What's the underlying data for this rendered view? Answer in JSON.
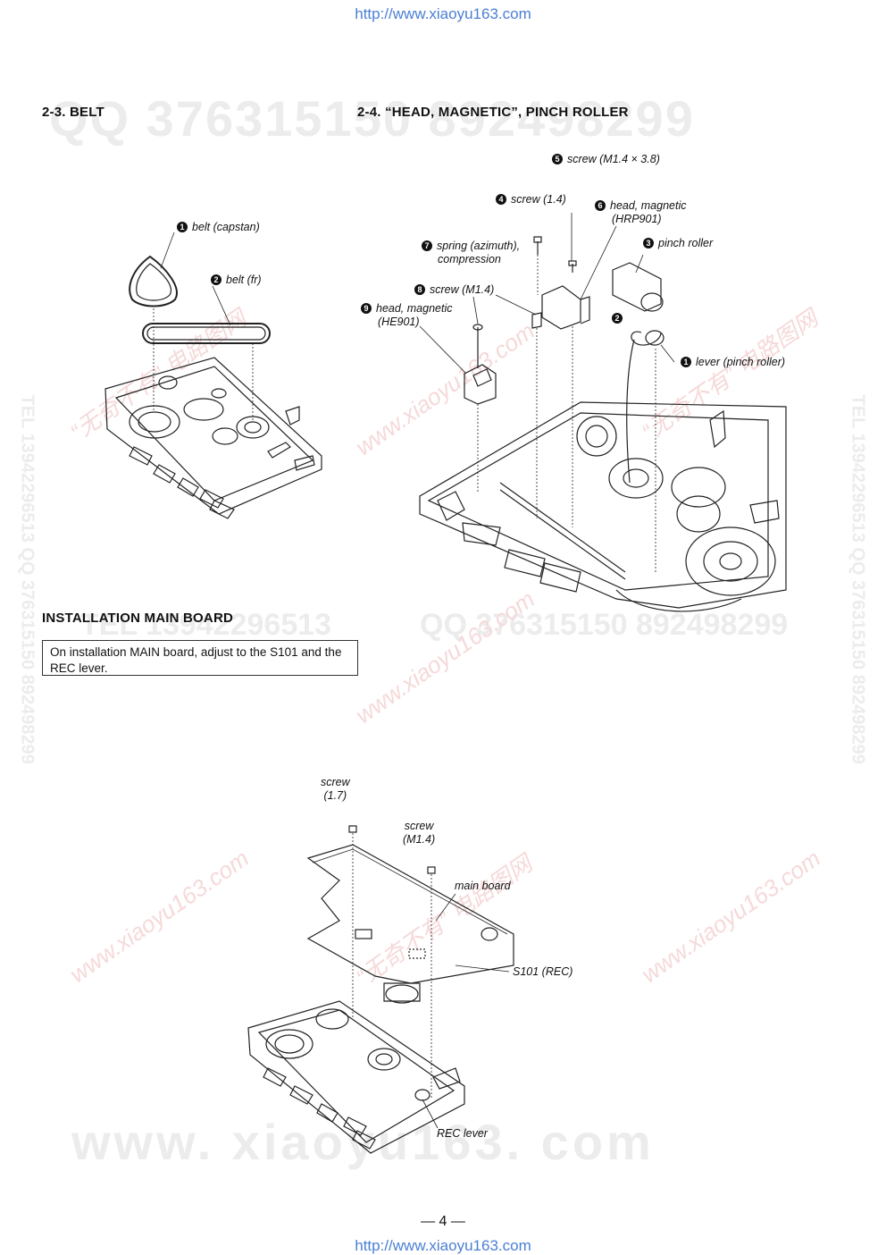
{
  "header_url": "http://www.xiaoyu163.com",
  "footer_url": "http://www.xiaoyu163.com",
  "page_number": "— 4 —",
  "section_belt": {
    "title": "2-3. BELT",
    "labels": [
      {
        "num": "1",
        "text": "belt (capstan)"
      },
      {
        "num": "2",
        "text": "belt (fr)"
      }
    ]
  },
  "section_head": {
    "title": "2-4. “HEAD, MAGNETIC”, PINCH ROLLER",
    "labels": [
      {
        "num": "5",
        "text": "screw (M1.4 × 3.8)"
      },
      {
        "num": "4",
        "text": "screw (1.4)"
      },
      {
        "num": "6",
        "text": "head, magnetic",
        "text2": "(HRP901)"
      },
      {
        "num": "7",
        "text": "spring (azimuth),",
        "text2": "compression"
      },
      {
        "num": "3",
        "text": "pinch roller"
      },
      {
        "num": "8",
        "text": "screw (M1.4)"
      },
      {
        "num": "9",
        "text": "head, magnetic",
        "text2": "(HE901)"
      },
      {
        "num": "2",
        "text": ""
      },
      {
        "num": "1",
        "text": "lever (pinch roller)"
      }
    ]
  },
  "section_install": {
    "title": "INSTALLATION MAIN BOARD",
    "note": "On installation MAIN board, adjust to the S101 and the REC lever.",
    "labels": {
      "screw_17_a": "screw",
      "screw_17_b": "(1.7)",
      "screw_m14_a": "screw",
      "screw_m14_b": "(M1.4)",
      "main_board": "main board",
      "s101": "S101 (REC)",
      "rec_lever": "REC lever"
    }
  },
  "watermarks": {
    "qq_top": "QQ 376315150   892498299",
    "qq_mid": "QQ 376315150   892498299",
    "tel_mid": "TEL 13942296513",
    "side_left": "TEL 13942296513   QQ 376315150   892498299",
    "side_right": "TEL 13942296513   QQ 376315150   892498299",
    "www_bottom": "www. xiaoyu163. com",
    "cn_1": "“无奇不有” 电路图网",
    "cn_2": "www.xiaoyu163.com"
  }
}
